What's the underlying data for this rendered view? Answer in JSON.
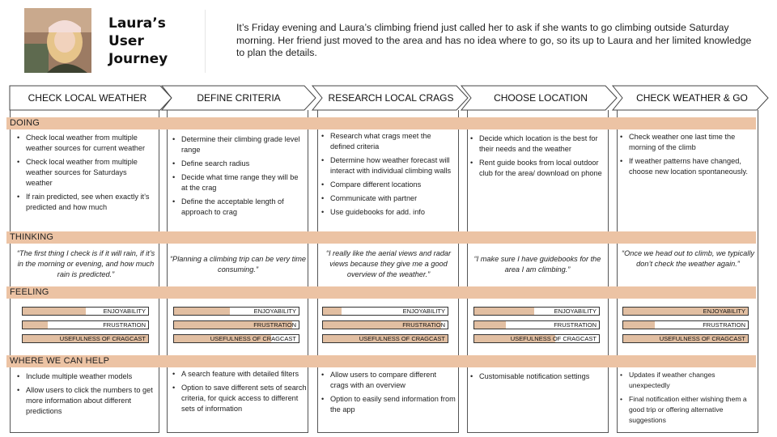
{
  "header": {
    "title_line1": "Laura’s",
    "title_line2": "User",
    "title_line3": "Journey",
    "scenario": "It’s Friday evening and Laura’s climbing friend just called her to ask if she wants to go climbing outside Saturday morning.  Her friend just moved to the area and has no idea where to go, so its up to Laura and her limited knowledge to plan the details."
  },
  "sections": {
    "doing": "DOING",
    "thinking": "THINKING",
    "feeling": "FEELING",
    "help": "WHERE WE CAN HELP"
  },
  "colors": {
    "band": "#ecc3a4",
    "bar_fill": "#e2bfa2",
    "border": "#555555"
  },
  "stages": [
    {
      "label": "CHECK LOCAL WEATHER",
      "doing": [
        "Check local weather from multiple weather sources for current weather",
        "Check local weather from multiple weather sources for Saturdays weather",
        "If rain predicted, see when exactly it’s predicted and how much"
      ],
      "thinking": "“The first thing I check is if it will rain, if it’s in the morning or evening, and how much rain is predicted.”",
      "feeling": [
        {
          "label": "ENJOYABILITY",
          "level": 0.5
        },
        {
          "label": "FRUSTRATION",
          "level": 0.2
        },
        {
          "label": "USEFULNESS OF CRAGCAST",
          "level": 1.0
        }
      ],
      "help": [
        "Include multiple weather models",
        "Allow users to click the numbers to get more information about different predictions"
      ]
    },
    {
      "label": "DEFINE CRITERIA",
      "doing": [
        "Determine their climbing grade level range",
        "Define search radius",
        "Decide what time range they will be at the crag",
        "Define the acceptable length of approach to crag"
      ],
      "thinking": "“Planning a climbing trip can be very time consuming.”",
      "feeling": [
        {
          "label": "ENJOYABILITY",
          "level": 0.45
        },
        {
          "label": "FRUSTRATION",
          "level": 0.95
        },
        {
          "label": "USEFULNESS OF CRAGCAST",
          "level": 0.78
        }
      ],
      "help": [
        "A search feature with detailed filters",
        "Option to save different sets of search criteria, for quick access to different sets of information"
      ]
    },
    {
      "label": "RESEARCH LOCAL CRAGS",
      "doing": [
        "Research what crags meet the defined criteria",
        "Determine how weather forecast will interact with individual climbing walls",
        "Compare different locations",
        "Communicate with partner",
        "Use guidebooks for add. info"
      ],
      "thinking": "“I really like the aerial views and radar views because they give me a good overview of the weather.”",
      "feeling": [
        {
          "label": "ENJOYABILITY",
          "level": 0.15
        },
        {
          "label": "FRUSTRATION",
          "level": 0.95
        },
        {
          "label": "USEFULNESS OF CRAGCAST",
          "level": 1.0
        }
      ],
      "help": [
        "Allow users to compare different crags with an overview",
        "Option to easily send information from the app"
      ]
    },
    {
      "label": "CHOOSE LOCATION",
      "doing": [
        "Decide which location is the best for their needs and the weather",
        "Rent guide books from local outdoor club for the area/ download on phone"
      ],
      "thinking": "“I make sure I have guidebooks for the area I am climbing.”",
      "feeling": [
        {
          "label": "ENJOYABILITY",
          "level": 0.48
        },
        {
          "label": "FRUSTRATION",
          "level": 0.25
        },
        {
          "label": "USEFULNESS OF CRAGCAST",
          "level": 0.65
        }
      ],
      "help": [
        "Customisable notification settings"
      ]
    },
    {
      "label": "CHECK WEATHER & GO",
      "doing": [
        "Check weather one last time the morning of the climb",
        "If weather patterns have changed, choose new location spontaneously."
      ],
      "thinking": "“Once we head out to climb, we typically don’t check the weather again.”",
      "feeling": [
        {
          "label": "ENJOYABILITY",
          "level": 1.0
        },
        {
          "label": "FRUSTRATION",
          "level": 0.25
        },
        {
          "label": "USEFULNESS OF CRAGCAST",
          "level": 1.0
        }
      ],
      "help": [
        "Updates if weather changes unexpectedly",
        "Final notification either wishing them a good trip or offering alternative suggestions"
      ]
    }
  ]
}
